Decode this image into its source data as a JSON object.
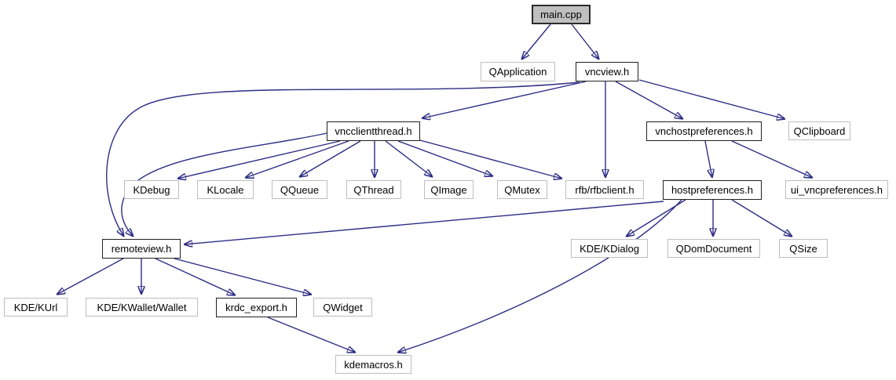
{
  "diagram": {
    "kind": "include-dependency-graph",
    "root": "main.cpp",
    "colors": {
      "edge": "#2d2d85",
      "internal_border": "#202020",
      "external_border": "#bebebe",
      "focus_fill": "#bfbfbf",
      "background": "#ffffff",
      "text": "#000000"
    },
    "nodes": [
      {
        "id": "main-cpp",
        "label": "main.cpp",
        "kind": "focus"
      },
      {
        "id": "qapplication",
        "label": "QApplication",
        "kind": "external"
      },
      {
        "id": "vncview-h",
        "label": "vncview.h",
        "kind": "internal"
      },
      {
        "id": "vncclientthread-h",
        "label": "vncclientthread.h",
        "kind": "internal"
      },
      {
        "id": "vnchostpreferences-h",
        "label": "vnchostpreferences.h",
        "kind": "internal"
      },
      {
        "id": "qclipboard",
        "label": "QClipboard",
        "kind": "external"
      },
      {
        "id": "kdebug",
        "label": "KDebug",
        "kind": "external"
      },
      {
        "id": "klocale",
        "label": "KLocale",
        "kind": "external"
      },
      {
        "id": "qqueue",
        "label": "QQueue",
        "kind": "external"
      },
      {
        "id": "qthread",
        "label": "QThread",
        "kind": "external"
      },
      {
        "id": "qimage",
        "label": "QImage",
        "kind": "external"
      },
      {
        "id": "qmutex",
        "label": "QMutex",
        "kind": "external"
      },
      {
        "id": "rfb-rfbclient-h",
        "label": "rfb/rfbclient.h",
        "kind": "external"
      },
      {
        "id": "hostpreferences-h",
        "label": "hostpreferences.h",
        "kind": "internal"
      },
      {
        "id": "ui-vncpreferences-h",
        "label": "ui_vncpreferences.h",
        "kind": "external"
      },
      {
        "id": "remoteview-h",
        "label": "remoteview.h",
        "kind": "internal"
      },
      {
        "id": "kde-kdialog",
        "label": "KDE/KDialog",
        "kind": "external"
      },
      {
        "id": "qdomdocument",
        "label": "QDomDocument",
        "kind": "external"
      },
      {
        "id": "qsize",
        "label": "QSize",
        "kind": "external"
      },
      {
        "id": "kde-kurl",
        "label": "KDE/KUrl",
        "kind": "external"
      },
      {
        "id": "kde-kwallet-wallet",
        "label": "KDE/KWallet/Wallet",
        "kind": "external"
      },
      {
        "id": "krdc-export-h",
        "label": "krdc_export.h",
        "kind": "internal"
      },
      {
        "id": "qwidget",
        "label": "QWidget",
        "kind": "external"
      },
      {
        "id": "kdemacros-h",
        "label": "kdemacros.h",
        "kind": "external"
      }
    ],
    "edges": [
      {
        "from": "main.cpp",
        "to": "QApplication"
      },
      {
        "from": "main.cpp",
        "to": "vncview.h"
      },
      {
        "from": "vncview.h",
        "to": "vncclientthread.h"
      },
      {
        "from": "vncview.h",
        "to": "rfb/rfbclient.h"
      },
      {
        "from": "vncview.h",
        "to": "vnchostpreferences.h"
      },
      {
        "from": "vncview.h",
        "to": "QClipboard"
      },
      {
        "from": "vncview.h",
        "to": "remoteview.h"
      },
      {
        "from": "vncclientthread.h",
        "to": "KDebug"
      },
      {
        "from": "vncclientthread.h",
        "to": "KLocale"
      },
      {
        "from": "vncclientthread.h",
        "to": "QQueue"
      },
      {
        "from": "vncclientthread.h",
        "to": "QThread"
      },
      {
        "from": "vncclientthread.h",
        "to": "QImage"
      },
      {
        "from": "vncclientthread.h",
        "to": "QMutex"
      },
      {
        "from": "vncclientthread.h",
        "to": "rfb/rfbclient.h"
      },
      {
        "from": "vncclientthread.h",
        "to": "remoteview.h"
      },
      {
        "from": "vnchostpreferences.h",
        "to": "hostpreferences.h"
      },
      {
        "from": "vnchostpreferences.h",
        "to": "ui_vncpreferences.h"
      },
      {
        "from": "hostpreferences.h",
        "to": "KDE/KDialog"
      },
      {
        "from": "hostpreferences.h",
        "to": "QDomDocument"
      },
      {
        "from": "hostpreferences.h",
        "to": "QSize"
      },
      {
        "from": "hostpreferences.h",
        "to": "remoteview.h"
      },
      {
        "from": "hostpreferences.h",
        "to": "kdemacros.h"
      },
      {
        "from": "remoteview.h",
        "to": "KDE/KUrl"
      },
      {
        "from": "remoteview.h",
        "to": "KDE/KWallet/Wallet"
      },
      {
        "from": "remoteview.h",
        "to": "krdc_export.h"
      },
      {
        "from": "remoteview.h",
        "to": "QWidget"
      },
      {
        "from": "krdc_export.h",
        "to": "kdemacros.h"
      }
    ]
  }
}
